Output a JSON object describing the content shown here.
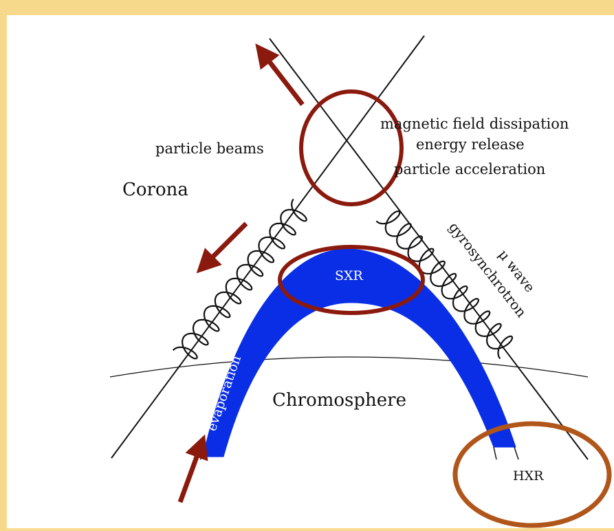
{
  "labels": {
    "particle_beams": "particle beams",
    "corona": "Corona",
    "dissipation": "magnetic field dissipation",
    "energy_release": "energy release",
    "acceleration": "particle acceleration",
    "sxr": "SXR",
    "evaporation": "evaporation",
    "chromosphere": "Chromosphere",
    "hxr": "HXR",
    "gyrosynchrotron": "gyrosynchrotron",
    "mu_wave": "μ wave"
  },
  "colors": {
    "frame": "#f7d98c",
    "panel": "#ffffff",
    "line": "#111111",
    "loop_fill": "#0a2ee6",
    "loop_text": "#ffffff",
    "arrow": "#8b1a0e",
    "ellipse_red": "#8b1a0e",
    "ellipse_orange": "#b0561a"
  },
  "icons": {
    "arrow_style": "arrow-icon",
    "helix_style": "helix-icon"
  }
}
